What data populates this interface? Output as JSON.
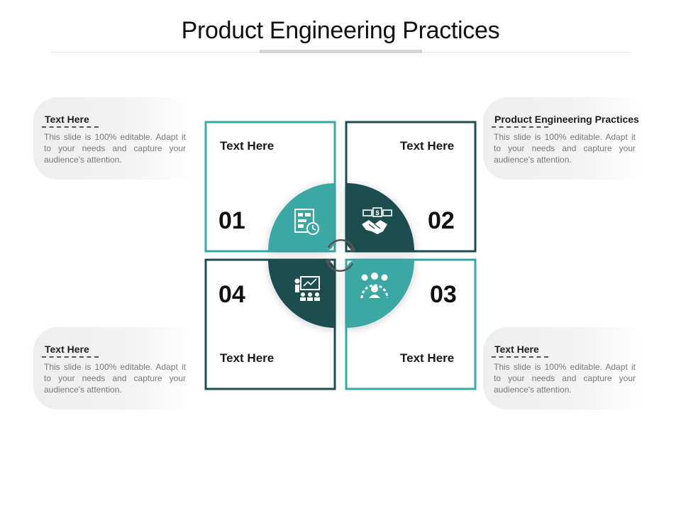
{
  "slide": {
    "title": "Product Engineering Practices"
  },
  "cards": [
    {
      "heading": "Text Here",
      "body": "This slide is 100% editable. Adapt it to your needs and capture your audience's attention."
    },
    {
      "heading": "Product Engineering Practices",
      "body": "This slide is 100% editable. Adapt it to your needs and capture your audience's attention."
    },
    {
      "heading": "Text Here",
      "body": "This slide is 100% editable. Adapt it to your needs and capture your audience's attention."
    },
    {
      "heading": "Text Here",
      "body": "This slide is 100% editable. Adapt it to your needs and capture your audience's attention."
    }
  ],
  "quadrants": [
    {
      "number": "01",
      "label": "Text Here",
      "icon": "flowchart-clock-icon",
      "color": "#3aa8a4"
    },
    {
      "number": "02",
      "label": "Text Here",
      "icon": "handshake-money-icon",
      "color": "#1b4d4f"
    },
    {
      "number": "03",
      "label": "Text Here",
      "icon": "gear-team-icon",
      "color": "#3aa8a4"
    },
    {
      "number": "04",
      "label": "Text Here",
      "icon": "presentation-icon",
      "color": "#1b4d4f"
    }
  ],
  "center": {
    "icon": "cycle-arrows-icon"
  },
  "colors": {
    "teal": "#3aa8a4",
    "dark_teal": "#1b4d4f"
  }
}
